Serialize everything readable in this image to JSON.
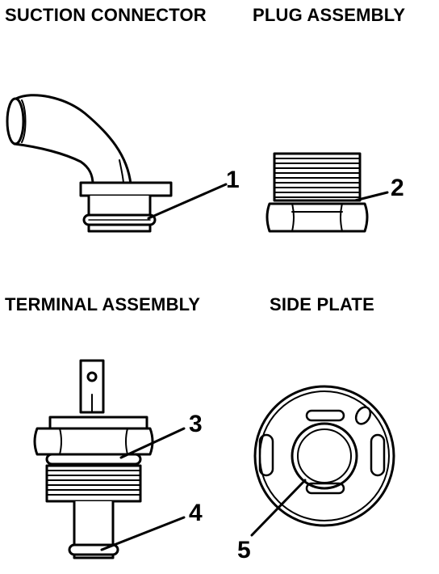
{
  "headings": {
    "suction_connector": "SUCTION CONNECTOR",
    "plug_assembly": "PLUG ASSEMBLY",
    "terminal_assembly": "TERMINAL ASSEMBLY",
    "side_plate": "SIDE PLATE"
  },
  "callouts": [
    "1",
    "2",
    "3",
    "4",
    "5"
  ],
  "colors": {
    "ink": "#000000",
    "paper": "#ffffff"
  }
}
